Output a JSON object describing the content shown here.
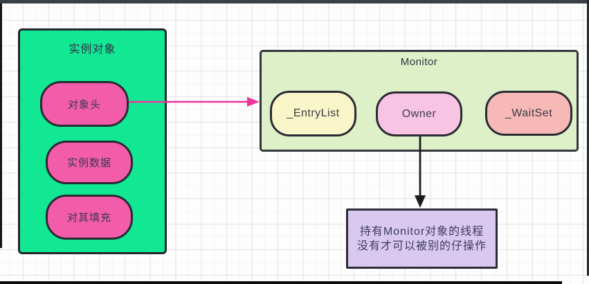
{
  "canvas": {
    "style": "graph-paper-grid",
    "frame": "dark video-frame edges"
  },
  "palette": {
    "instance_fill": "#12e793",
    "instance_item_fill": "#f25ca8",
    "monitor_fill": "#def0c8",
    "entrylist_fill": "#f8f6c9",
    "owner_fill": "#f8c4e4",
    "waitset_fill": "#f6b9b6",
    "note_fill": "#d9c8ef",
    "stroke": "#2a2a33",
    "link_arrow": "#f1339c",
    "owner_arrow": "#1c1c1c",
    "grid_line": "#ececec",
    "frame_top": "#3b4046",
    "frame_bottom": "#0b0b0b"
  },
  "instance_box": {
    "title": "实例对象",
    "items": [
      {
        "label": "对象头"
      },
      {
        "label": "实例数据"
      },
      {
        "label": "对其填充"
      }
    ]
  },
  "monitor_box": {
    "title": "Monitor",
    "items": [
      {
        "label": "_EntryList"
      },
      {
        "label": "Owner"
      },
      {
        "label": "_WaitSet"
      }
    ]
  },
  "note_box": {
    "lines": [
      "持有Monitor对象的线程",
      "没有才可以被别的仔操作"
    ]
  },
  "arrows": [
    {
      "from": "对象头",
      "to": "Monitor",
      "color": "#f1339c",
      "direction": "right"
    },
    {
      "from": "Owner",
      "to": "note",
      "color": "#1c1c1c",
      "direction": "down"
    }
  ]
}
